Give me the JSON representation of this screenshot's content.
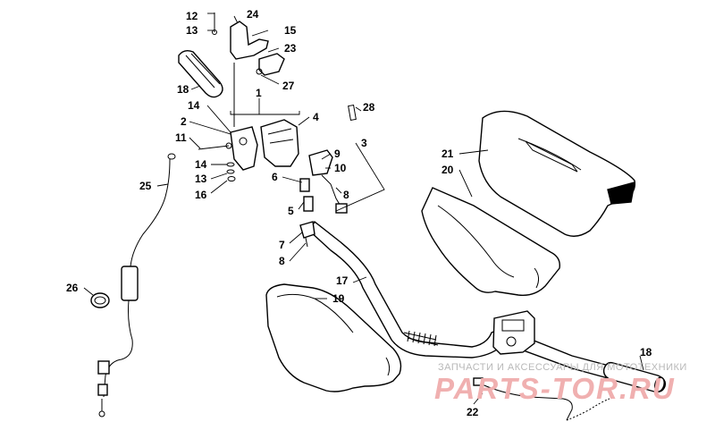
{
  "diagram": {
    "callouts": [
      "12",
      "24",
      "13",
      "15",
      "23",
      "27",
      "18",
      "1",
      "14",
      "2",
      "28",
      "4",
      "11",
      "3",
      "9",
      "10",
      "14",
      "13",
      "16",
      "6",
      "8",
      "5",
      "25",
      "7",
      "8",
      "21",
      "20",
      "17",
      "19",
      "26",
      "18",
      "22"
    ]
  },
  "watermark": {
    "subtitle": "ЗАПЧАСТИ И АКСЕССУАРЫ ДЛЯ МОТОТЕХНИКИ",
    "brand": "PARTS-TOR.RU",
    "color": "#f0b0b0"
  }
}
